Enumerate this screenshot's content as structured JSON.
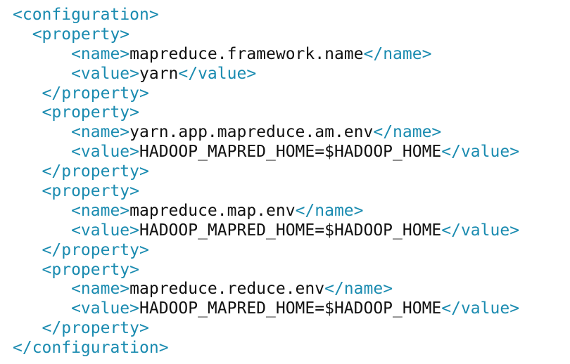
{
  "lines": [
    {
      "indent": 0,
      "open": "<configuration>"
    },
    {
      "indent": 2,
      "open": "<property>"
    },
    {
      "indent": 6,
      "open": "<name>",
      "text": "mapreduce.framework.name",
      "close": "</name>"
    },
    {
      "indent": 6,
      "open": "<value>",
      "text": "yarn",
      "close": "</value>"
    },
    {
      "indent": 3,
      "open": "</property>"
    },
    {
      "indent": 3,
      "open": "<property>"
    },
    {
      "indent": 6,
      "open": "<name>",
      "text": "yarn.app.mapreduce.am.env",
      "close": "</name>"
    },
    {
      "indent": 6,
      "open": "<value>",
      "text": "HADOOP_MAPRED_HOME=$HADOOP_HOME",
      "close": "</value>"
    },
    {
      "indent": 3,
      "open": "</property>"
    },
    {
      "indent": 3,
      "open": "<property>"
    },
    {
      "indent": 6,
      "open": "<name>",
      "text": "mapreduce.map.env",
      "close": "</name>"
    },
    {
      "indent": 6,
      "open": "<value>",
      "text": "HADOOP_MAPRED_HOME=$HADOOP_HOME",
      "close": "</value>"
    },
    {
      "indent": 3,
      "open": "</property>"
    },
    {
      "indent": 3,
      "open": "<property>"
    },
    {
      "indent": 6,
      "open": "<name>",
      "text": "mapreduce.reduce.env",
      "close": "</name>"
    },
    {
      "indent": 6,
      "open": "<value>",
      "text": "HADOOP_MAPRED_HOME=$HADOOP_HOME",
      "close": "</value>"
    },
    {
      "indent": 3,
      "open": "</property>"
    },
    {
      "indent": 0,
      "open": "</configuration>"
    }
  ],
  "colors": {
    "tag": "#1a8bb0",
    "text": "#111111"
  }
}
